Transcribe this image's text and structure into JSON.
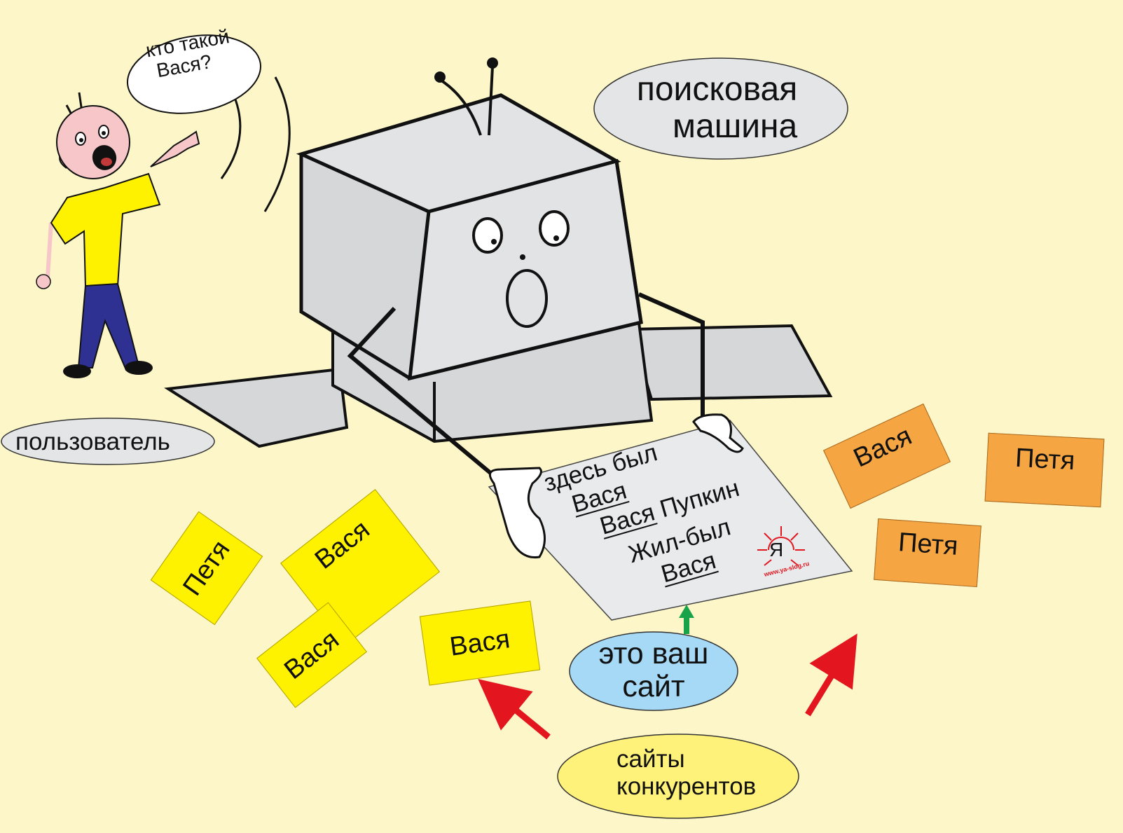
{
  "colors": {
    "background": "#fdf6c8",
    "robot_gray": "#d6d7d8",
    "robot_gray_light": "#e2e3e4",
    "user_shirt": "#fff200",
    "user_pants": "#2e3192",
    "user_skin": "#f7c6c8",
    "card_yellow": "#fff200",
    "card_orange": "#f6a543",
    "your_site_bubble": "#a6d9f5",
    "competitors_bubble": "#fff27a",
    "label_gray": "#e4e5e6",
    "red_arrow": "#e3161f",
    "green_arrow": "#16a34a"
  },
  "bubbles": {
    "user_speech": [
      "кто такой",
      "Вася?"
    ],
    "search_engine": [
      "поисковая",
      "машина"
    ],
    "user_label": "пользователь",
    "your_site": [
      "это ваш",
      "сайт"
    ],
    "competitors": [
      "сайты",
      "конкурентов"
    ]
  },
  "paper": {
    "line1": "здесь был",
    "line2": "Вася",
    "line3_underlined": "Вася",
    "line3_rest": " Пупкин",
    "line4": "Жил-был",
    "line5": "Вася",
    "logo_letter": "Я",
    "logo_url": "www.ya-slog.ru"
  },
  "cards": {
    "yellow_1": "Петя",
    "yellow_2": "Вася",
    "yellow_3": "Вася",
    "yellow_4": "Вася",
    "orange_1": "Вася",
    "orange_2": "Петя",
    "orange_3": "Петя"
  },
  "icons": [
    "user-figure",
    "robot-figure",
    "speech-bubble-icon",
    "arrow-up-icon",
    "sun-logo-icon"
  ]
}
